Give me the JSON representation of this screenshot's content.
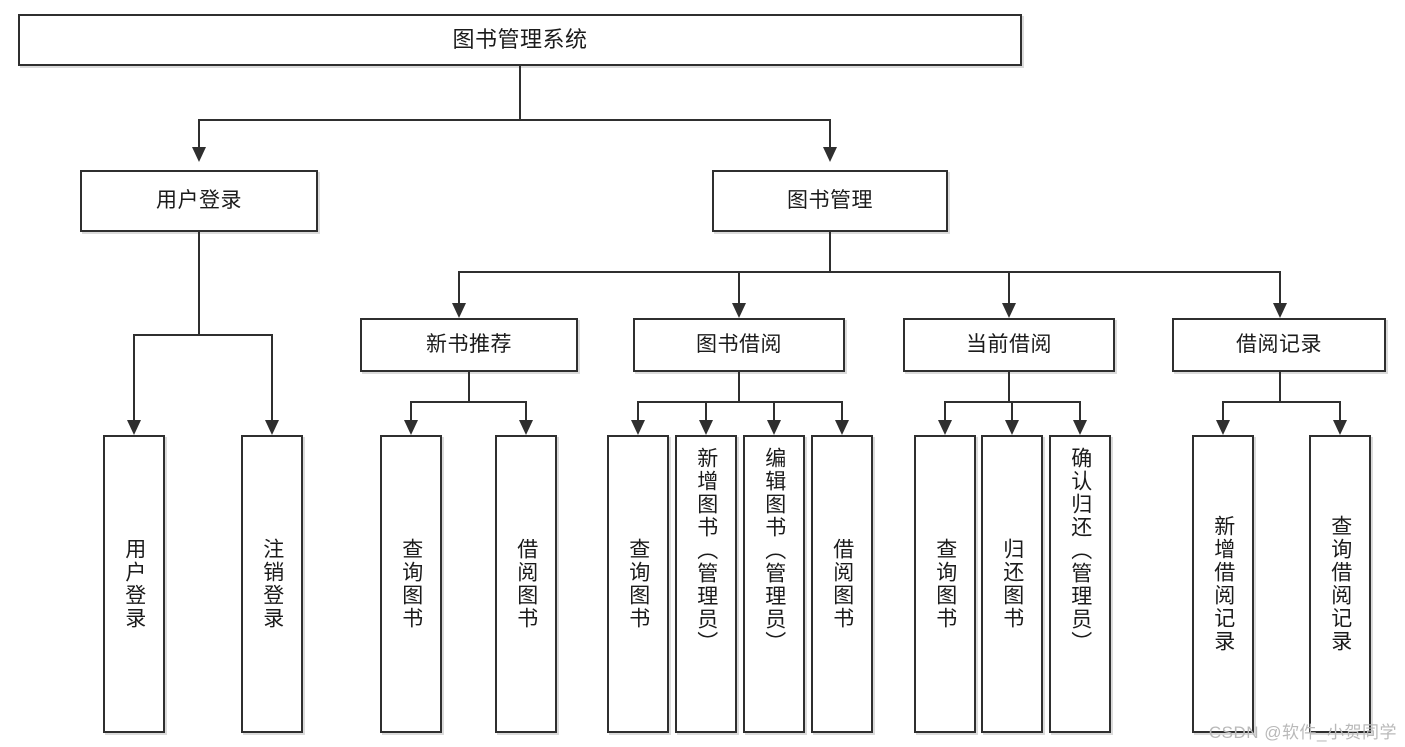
{
  "diagram": {
    "title": "图书管理系统",
    "type": "hierarchy-tree",
    "watermark": "CSDN @软件_小贺同学",
    "colors": {
      "background": "#ffffff",
      "border": "#2f2f2f",
      "text": "#1b1b1b",
      "watermark": "#b9b9b9"
    },
    "root": {
      "label": "图书管理系统"
    },
    "level2": [
      {
        "label": "用户登录"
      },
      {
        "label": "图书管理"
      }
    ],
    "level3": [
      {
        "label": "新书推荐"
      },
      {
        "label": "图书借阅"
      },
      {
        "label": "当前借阅"
      },
      {
        "label": "借阅记录"
      }
    ],
    "leaves": {
      "user_login": [
        {
          "label": "用户登录"
        },
        {
          "label": "注销登录"
        }
      ],
      "new_book_recommend": [
        {
          "label": "查询图书"
        },
        {
          "label": "借阅图书"
        }
      ],
      "book_borrow": [
        {
          "label": "查询图书"
        },
        {
          "label": "新增图书（管理员）"
        },
        {
          "label": "编辑图书（管理员）"
        },
        {
          "label": "借阅图书"
        }
      ],
      "current_borrow": [
        {
          "label": "查询图书"
        },
        {
          "label": "归还图书"
        },
        {
          "label": "确认归还（管理员）"
        }
      ],
      "borrow_record": [
        {
          "label": "新增借阅记录"
        },
        {
          "label": "查询借阅记录"
        }
      ]
    }
  }
}
